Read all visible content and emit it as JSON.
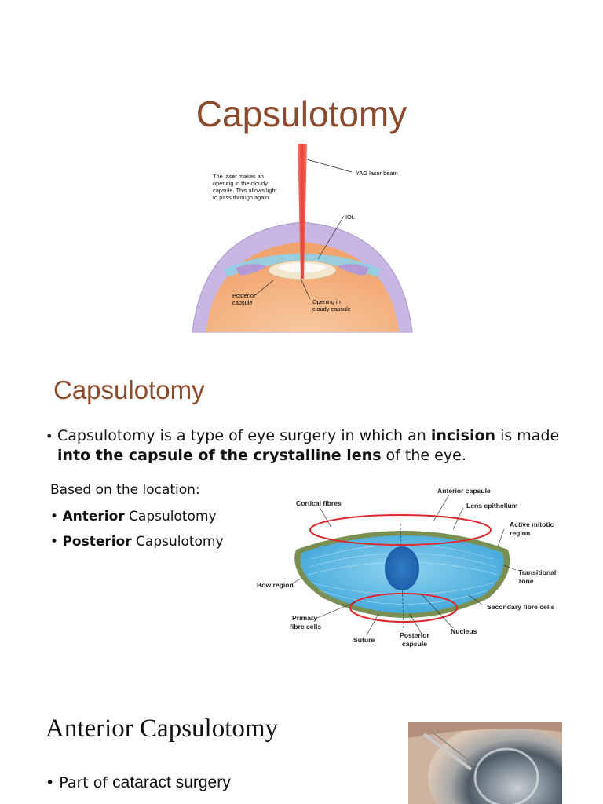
{
  "slide1": {
    "title": "Capsulotomy",
    "figure": {
      "caption": "The laser makes an opening in the cloudy capsule. This allows light to pass through again.",
      "caption_lines": [
        "The laser makes an",
        "opening in the cloudy",
        "capsule. This allows light",
        "to pass through again."
      ],
      "labels": {
        "yag": "YAG laser beam",
        "iol": "IOL",
        "posterior_lines": [
          "Posterior",
          "capsule"
        ],
        "opening_lines": [
          "Opening in",
          "cloudy capsule"
        ]
      }
    }
  },
  "slide2": {
    "title": "Capsulotomy",
    "definition": {
      "part1": "Capsulotomy is a type of eye surgery in which an ",
      "bold1": "incision",
      "part2": " is made ",
      "bold2": "into the capsule of the crystalline lens",
      "part3": " of the eye."
    },
    "based_on": "Based on the location:",
    "bullets": [
      {
        "bold": "Anterior",
        "rest": " Capsulotomy"
      },
      {
        "bold": "Posterior",
        "rest": " Capsulotomy"
      }
    ],
    "lens_figure": {
      "labels": {
        "cortical": "Cortical fibres",
        "anterior_capsule": "Anterior capsule",
        "lens_epithelium": "Lens epithelium",
        "active_lines": [
          "Active mitotic",
          "region"
        ],
        "transitional_lines": [
          "Transitional",
          "zone"
        ],
        "bow": "Bow region",
        "secondary": "Secondary fibre cells",
        "primary_lines": [
          "Primary",
          "fibre cells"
        ],
        "suture": "Suture",
        "posterior_lines": [
          "Posterior",
          "capsule"
        ],
        "nucleus": "Nucleus"
      }
    }
  },
  "slide3": {
    "title": "Anterior Capsulotomy",
    "bullet_prefix": "Part of ",
    "bullet_main": "cataract surgery"
  },
  "colors": {
    "title_brown": "#8a4a2b",
    "laser_red": "#e8423a",
    "ring_red": "#e0252b",
    "lens_blue": "#3fa6d9"
  }
}
